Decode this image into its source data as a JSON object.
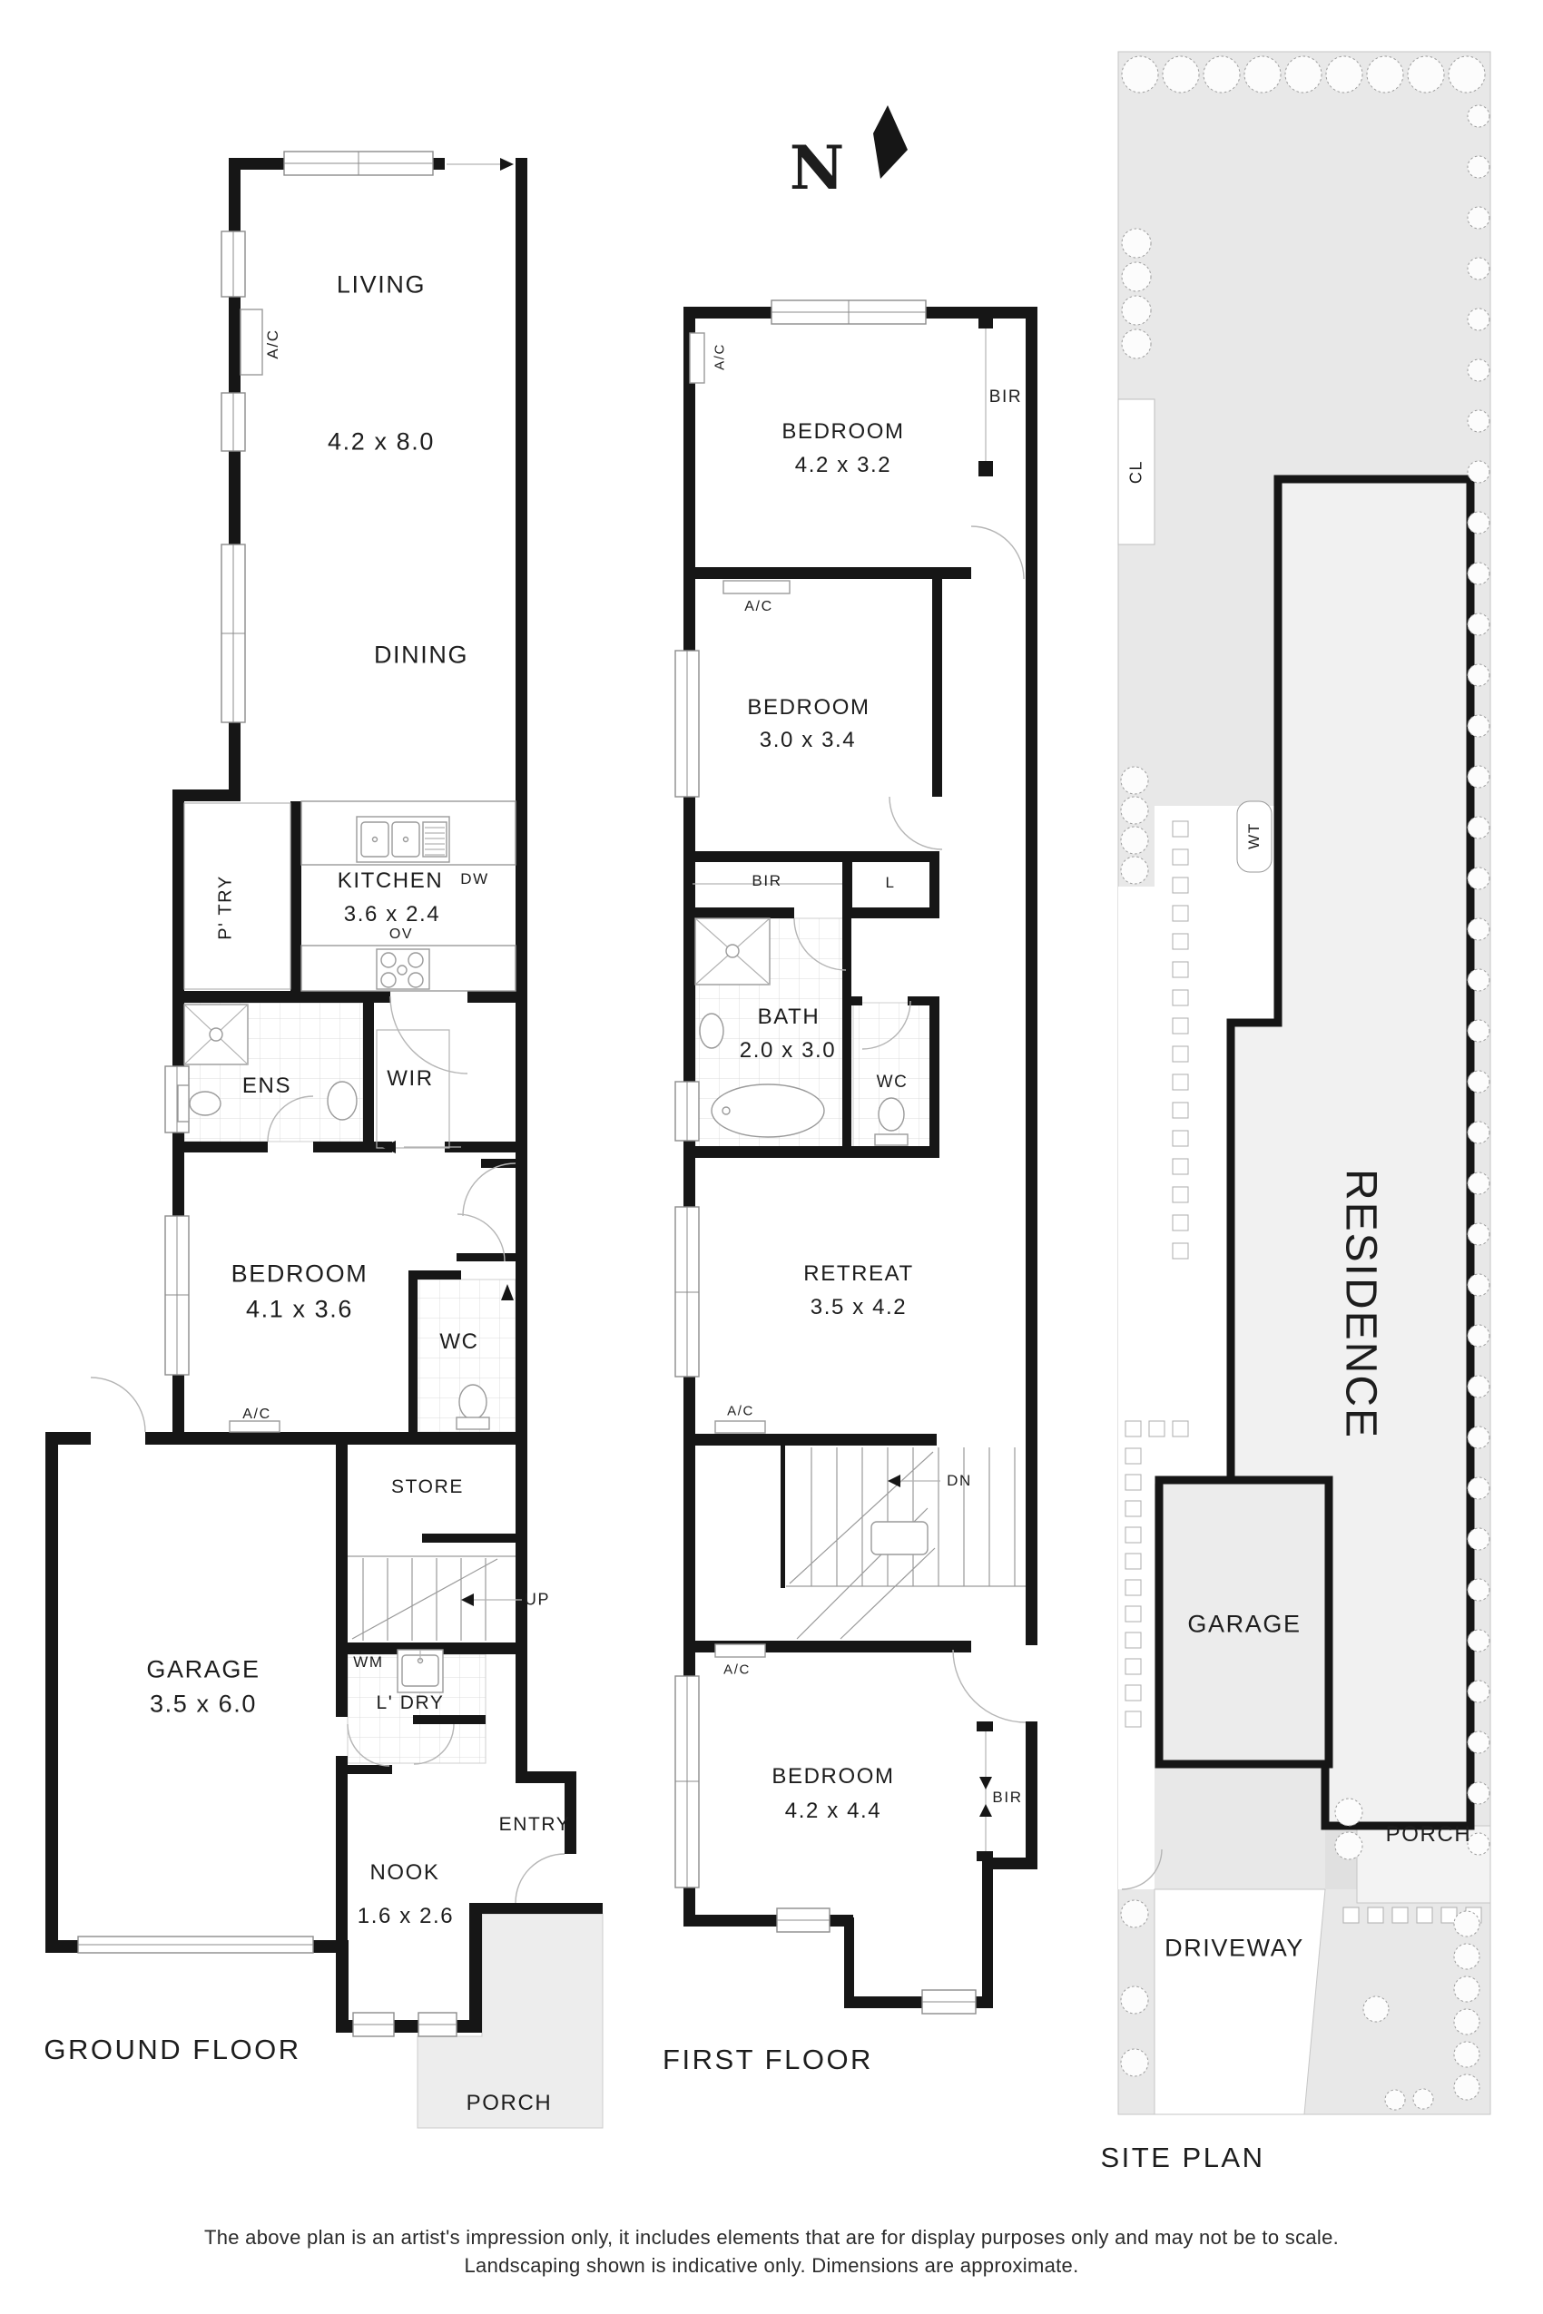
{
  "north": {
    "label": "N"
  },
  "common": {
    "ac": "A/C",
    "bir": "BIR",
    "wc": "WC",
    "up": "UP",
    "dn": "DN",
    "dw": "DW",
    "ov": "OV",
    "wm": "WM",
    "bedroom": "BEDROOM",
    "garage": "GARAGE",
    "porch": "PORCH"
  },
  "ground_floor": {
    "title": "GROUND FLOOR",
    "living": {
      "name": "LIVING",
      "dims": "4.2 x 8.0"
    },
    "dining": {
      "name": "DINING"
    },
    "kitchen": {
      "name": "KITCHEN",
      "dims": "3.6 x 2.4"
    },
    "pantry": {
      "name": "P' TRY"
    },
    "ens": {
      "name": "ENS"
    },
    "wir": {
      "name": "WIR"
    },
    "bedroom_dims": "4.1 x 3.6",
    "store": {
      "name": "STORE"
    },
    "garage_dims": "3.5 x 6.0",
    "laundry": {
      "name": "L' DRY"
    },
    "nook": {
      "name": "NOOK",
      "dims": "1.6 x 2.6"
    },
    "entry": {
      "name": "ENTRY"
    }
  },
  "first_floor": {
    "title": "FIRST FLOOR",
    "bedroom1_dims": "4.2 x 3.2",
    "bedroom2_dims": "3.0 x 3.4",
    "linen": "L",
    "bath": {
      "name": "BATH",
      "dims": "2.0 x 3.0"
    },
    "retreat": {
      "name": "RETREAT",
      "dims": "3.5 x 4.2"
    },
    "bedroom3_dims": "4.2 x 4.4"
  },
  "site_plan": {
    "title": "SITE PLAN",
    "cl": "CL",
    "wt": "WT",
    "residence": "RESIDENCE",
    "driveway": "DRIVEWAY"
  },
  "disclaimer": {
    "line1": "The above plan is an artist's impression only, it includes elements that are for display purposes only and may not be to scale.",
    "line2": "Landscaping shown is indicative only. Dimensions are approximate."
  }
}
